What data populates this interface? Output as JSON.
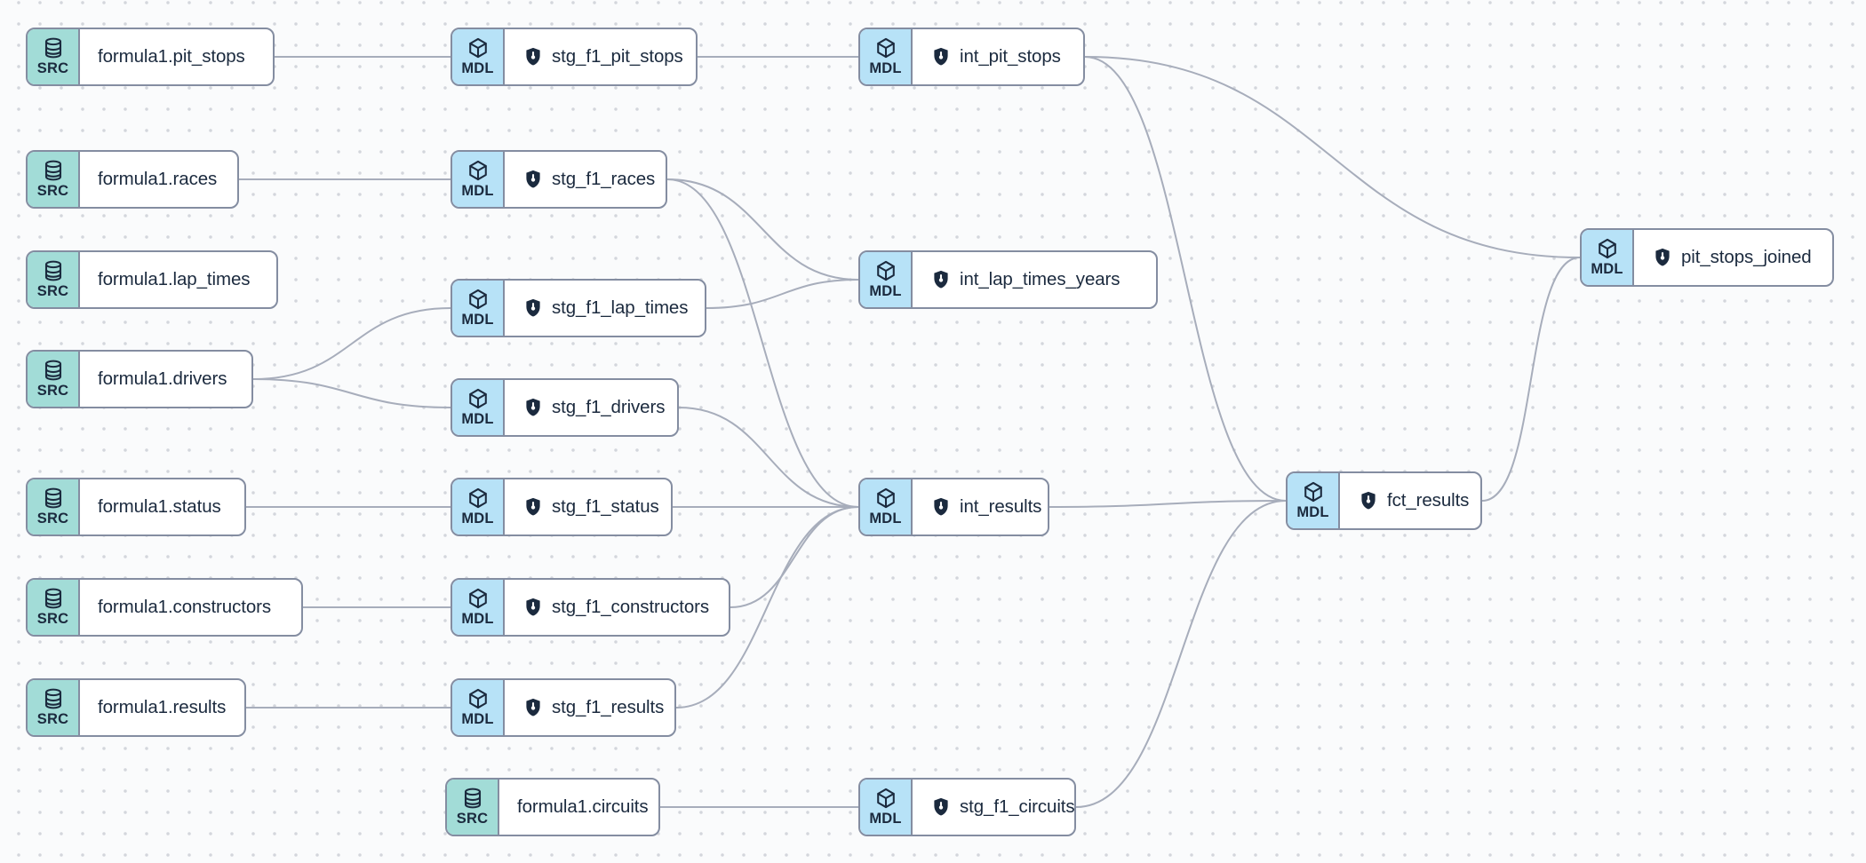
{
  "canvas": {
    "background": "#fafbfc",
    "grid_dot_color": "#d3d6dc",
    "node_border_color": "#848da1",
    "node_body_color": "#ffffff",
    "edge_color": "#a7adbb",
    "text_color": "#1b2a3e",
    "source_badge_color": "#a2dcd7",
    "model_badge_color": "#b7e2f7"
  },
  "badges": {
    "source": "SRC",
    "model": "MDL"
  },
  "nodes": [
    {
      "id": "formula1.pit_stops",
      "type": "source",
      "badge": "SRC",
      "icon": "database-icon",
      "label": "formula1.pit_stops"
    },
    {
      "id": "formula1.races",
      "type": "source",
      "badge": "SRC",
      "icon": "database-icon",
      "label": "formula1.races"
    },
    {
      "id": "formula1.lap_times",
      "type": "source",
      "badge": "SRC",
      "icon": "database-icon",
      "label": "formula1.lap_times"
    },
    {
      "id": "formula1.drivers",
      "type": "source",
      "badge": "SRC",
      "icon": "database-icon",
      "label": "formula1.drivers"
    },
    {
      "id": "formula1.status",
      "type": "source",
      "badge": "SRC",
      "icon": "database-icon",
      "label": "formula1.status"
    },
    {
      "id": "formula1.constructors",
      "type": "source",
      "badge": "SRC",
      "icon": "database-icon",
      "label": "formula1.constructors"
    },
    {
      "id": "formula1.results",
      "type": "source",
      "badge": "SRC",
      "icon": "database-icon",
      "label": "formula1.results"
    },
    {
      "id": "formula1.circuits",
      "type": "source",
      "badge": "SRC",
      "icon": "database-icon",
      "label": "formula1.circuits"
    },
    {
      "id": "stg_f1_pit_stops",
      "type": "model",
      "badge": "MDL",
      "icon": "cube-icon",
      "shield": true,
      "label": "stg_f1_pit_stops"
    },
    {
      "id": "stg_f1_races",
      "type": "model",
      "badge": "MDL",
      "icon": "cube-icon",
      "shield": true,
      "label": "stg_f1_races"
    },
    {
      "id": "stg_f1_lap_times",
      "type": "model",
      "badge": "MDL",
      "icon": "cube-icon",
      "shield": true,
      "label": "stg_f1_lap_times"
    },
    {
      "id": "stg_f1_drivers",
      "type": "model",
      "badge": "MDL",
      "icon": "cube-icon",
      "shield": true,
      "label": "stg_f1_drivers"
    },
    {
      "id": "stg_f1_status",
      "type": "model",
      "badge": "MDL",
      "icon": "cube-icon",
      "shield": true,
      "label": "stg_f1_status"
    },
    {
      "id": "stg_f1_constructors",
      "type": "model",
      "badge": "MDL",
      "icon": "cube-icon",
      "shield": true,
      "label": "stg_f1_constructors"
    },
    {
      "id": "stg_f1_results",
      "type": "model",
      "badge": "MDL",
      "icon": "cube-icon",
      "shield": true,
      "label": "stg_f1_results"
    },
    {
      "id": "stg_f1_circuits",
      "type": "model",
      "badge": "MDL",
      "icon": "cube-icon",
      "shield": true,
      "label": "stg_f1_circuits"
    },
    {
      "id": "int_pit_stops",
      "type": "model",
      "badge": "MDL",
      "icon": "cube-icon",
      "shield": true,
      "label": "int_pit_stops"
    },
    {
      "id": "int_lap_times_years",
      "type": "model",
      "badge": "MDL",
      "icon": "cube-icon",
      "shield": true,
      "label": "int_lap_times_years"
    },
    {
      "id": "int_results",
      "type": "model",
      "badge": "MDL",
      "icon": "cube-icon",
      "shield": true,
      "label": "int_results"
    },
    {
      "id": "fct_results",
      "type": "model",
      "badge": "MDL",
      "icon": "cube-icon",
      "shield": true,
      "label": "fct_results"
    },
    {
      "id": "pit_stops_joined",
      "type": "model",
      "badge": "MDL",
      "icon": "cube-icon",
      "shield": true,
      "label": "pit_stops_joined"
    }
  ],
  "edges": [
    {
      "from": "formula1.pit_stops",
      "to": "stg_f1_pit_stops"
    },
    {
      "from": "stg_f1_pit_stops",
      "to": "int_pit_stops"
    },
    {
      "from": "formula1.races",
      "to": "stg_f1_races"
    },
    {
      "from": "formula1.drivers",
      "to": "stg_f1_lap_times"
    },
    {
      "from": "formula1.drivers",
      "to": "stg_f1_drivers"
    },
    {
      "from": "formula1.status",
      "to": "stg_f1_status"
    },
    {
      "from": "formula1.constructors",
      "to": "stg_f1_constructors"
    },
    {
      "from": "formula1.results",
      "to": "stg_f1_results"
    },
    {
      "from": "formula1.circuits",
      "to": "stg_f1_circuits"
    },
    {
      "from": "stg_f1_races",
      "to": "int_lap_times_years"
    },
    {
      "from": "stg_f1_lap_times",
      "to": "int_lap_times_years"
    },
    {
      "from": "stg_f1_races",
      "to": "int_results"
    },
    {
      "from": "stg_f1_drivers",
      "to": "int_results"
    },
    {
      "from": "stg_f1_status",
      "to": "int_results"
    },
    {
      "from": "stg_f1_constructors",
      "to": "int_results"
    },
    {
      "from": "stg_f1_results",
      "to": "int_results"
    },
    {
      "from": "int_pit_stops",
      "to": "pit_stops_joined"
    },
    {
      "from": "int_pit_stops",
      "to": "fct_results"
    },
    {
      "from": "int_results",
      "to": "fct_results"
    },
    {
      "from": "stg_f1_circuits",
      "to": "fct_results"
    },
    {
      "from": "fct_results",
      "to": "pit_stops_joined"
    }
  ]
}
